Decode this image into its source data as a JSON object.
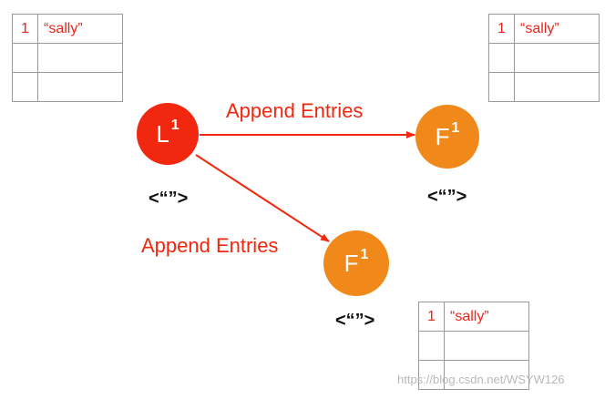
{
  "leader": {
    "letter": "L",
    "term": "1",
    "state": "<“”>",
    "color": "#f2270f",
    "log": [
      {
        "index": "1",
        "value": "“sally”"
      },
      {
        "index": "",
        "value": ""
      },
      {
        "index": "",
        "value": ""
      }
    ]
  },
  "follower_right": {
    "letter": "F",
    "term": "1",
    "state": "<“”>",
    "color": "#f0891a",
    "log": [
      {
        "index": "1",
        "value": "“sally”"
      },
      {
        "index": "",
        "value": ""
      },
      {
        "index": "",
        "value": ""
      }
    ]
  },
  "follower_bottom": {
    "letter": "F",
    "term": "1",
    "state": "<“”>",
    "color": "#f0891a",
    "log": [
      {
        "index": "1",
        "value": "“sally”"
      },
      {
        "index": "",
        "value": ""
      },
      {
        "index": "",
        "value": ""
      }
    ]
  },
  "edges": [
    {
      "label": "Append Entries"
    },
    {
      "label": "Append Entries"
    }
  ],
  "arrow_color": "#f2270f",
  "watermark": "https://blog.csdn.net/WSYW126"
}
